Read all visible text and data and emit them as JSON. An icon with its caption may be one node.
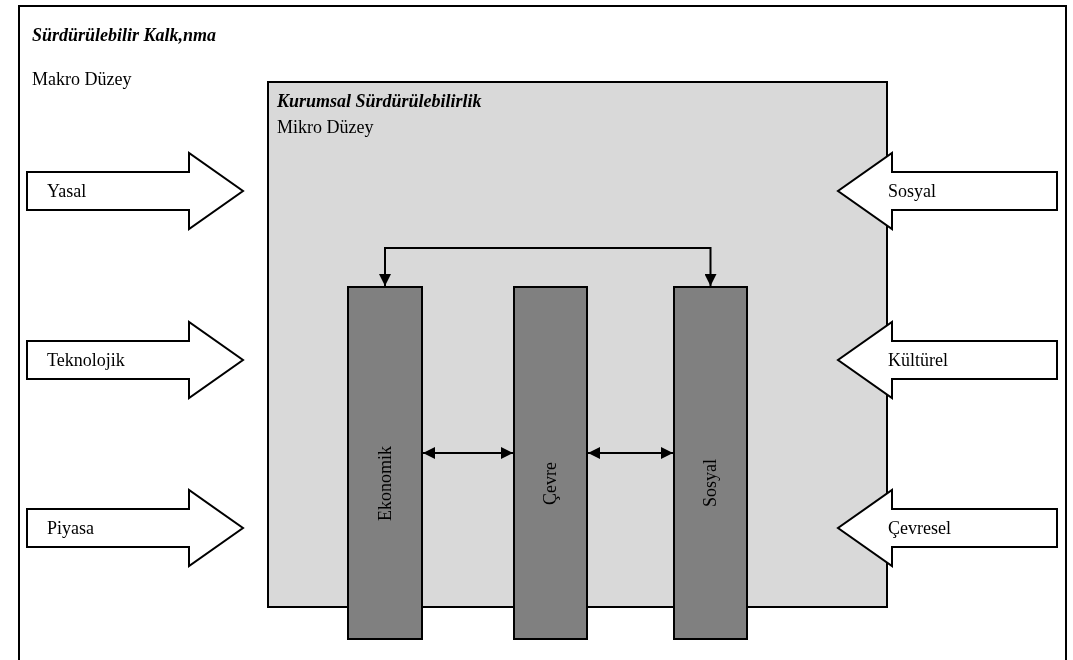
{
  "diagram": {
    "nodes": [
      {
        "text": [
          "Sürdürülebilir Kalk,nma",
          "Makro Düzey"
        ]
      },
      {
        "text": [
          "Kurumsal Sürdürülebilirlik",
          "Mikro Düzey"
        ],
        "in": 0
      },
      {
        "text": [
          "Ekonomik"
        ],
        "in": 1
      },
      {
        "text": [
          "Çevre"
        ],
        "in": 1
      },
      {
        "text": [
          "Sosyal"
        ],
        "in": 1
      },
      {
        "text": [
          "Yasal"
        ],
        "in": 0
      },
      {
        "text": [
          "Teknolojik"
        ],
        "in": 0
      },
      {
        "text": [
          "Piyasa"
        ],
        "in": 0
      },
      {
        "text": [
          "Sosyal"
        ],
        "in": 0
      },
      {
        "text": [
          "Kültürel"
        ],
        "in": 0
      },
      {
        "text": [
          "Çevresel"
        ],
        "in": 0
      }
    ],
    "edges": [
      {
        "from": 2,
        "to": 4,
        "arrow": "both"
      },
      {
        "from": 2,
        "to": 3,
        "arrow": "both"
      },
      {
        "from": 3,
        "to": 4,
        "arrow": "both"
      }
    ]
  }
}
